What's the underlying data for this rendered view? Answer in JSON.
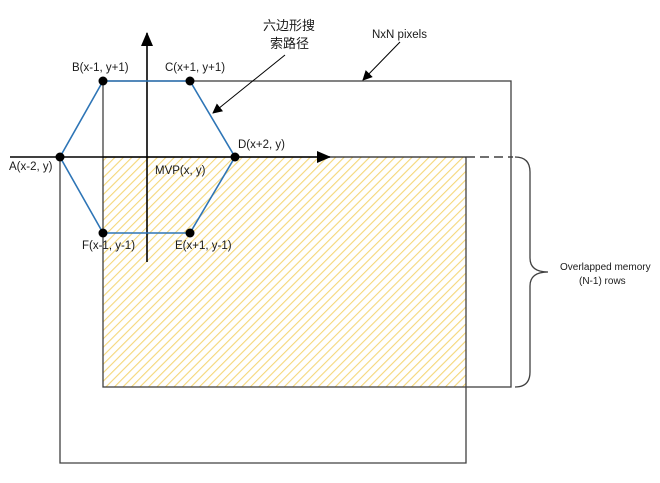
{
  "diagram": {
    "title_annotation": {
      "hexagon_path_line1": "六边形搜",
      "hexagon_path_line2": "索路径"
    },
    "frame_label": "NxN pixels",
    "overlap_label_line1": "Overlapped memory",
    "overlap_label_line2": "(N-1) rows",
    "center_label": "MVP(x, y)",
    "points": [
      {
        "id": "A",
        "label": "A(x-2, y)"
      },
      {
        "id": "B",
        "label": "B(x-1, y+1)"
      },
      {
        "id": "C",
        "label": "C(x+1, y+1)"
      },
      {
        "id": "D",
        "label": "D(x+2, y)"
      },
      {
        "id": "E",
        "label": "E(x+1, y-1)"
      },
      {
        "id": "F",
        "label": "F(x-1, y-1)"
      }
    ],
    "colors": {
      "hexagon": "#2e75b6",
      "lines": "#404040",
      "hatch": "#f5d77a",
      "points": "#000000"
    }
  }
}
